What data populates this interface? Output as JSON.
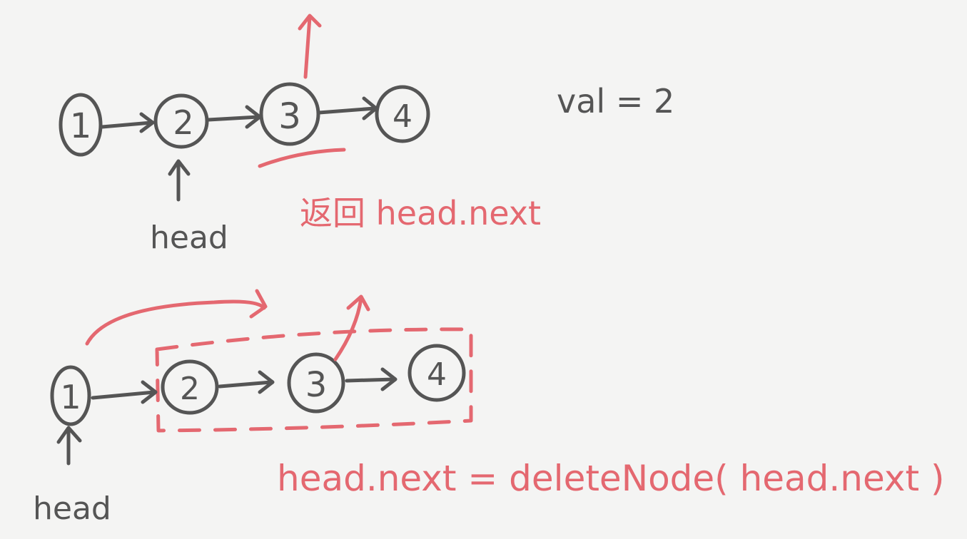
{
  "top": {
    "nodes": [
      "1",
      "2",
      "3",
      "4"
    ],
    "head_label": "head",
    "val_label": "val = 2",
    "return_label": "返回 head.next"
  },
  "bottom": {
    "nodes": [
      "1",
      "2",
      "3",
      "4"
    ],
    "head_label": "head",
    "recursion_label": "head.next = deleteNode( head.next )"
  },
  "colors": {
    "ink": "#555555",
    "accent": "#e46870",
    "paper": "#f4f4f3"
  }
}
